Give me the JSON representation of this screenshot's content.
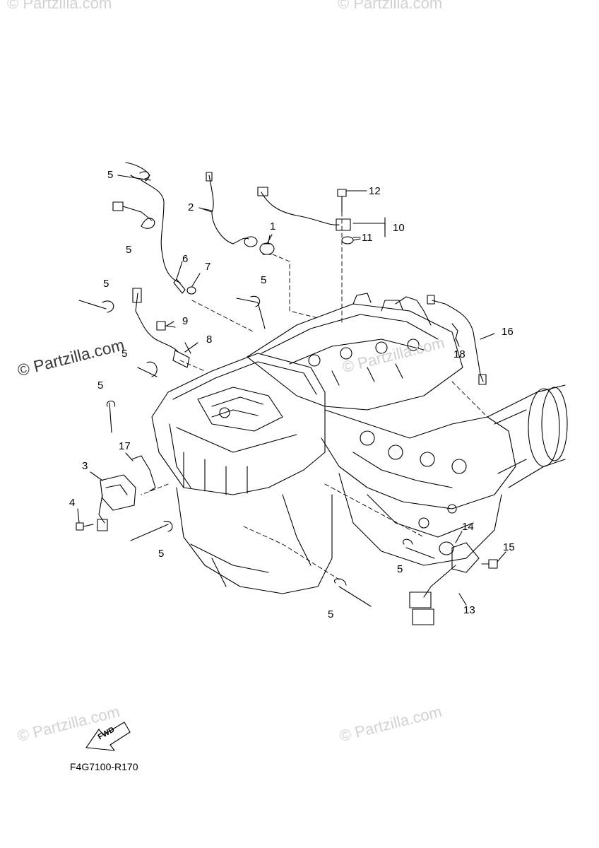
{
  "watermarks": [
    {
      "id": "wm-top-left",
      "text": "© Partzilla.com"
    },
    {
      "id": "wm-top-right",
      "text": "© Partzilla.com"
    },
    {
      "id": "wm-mid-left",
      "text": "© Partzilla.com"
    },
    {
      "id": "wm-mid-center",
      "text": "© Partzilla.com"
    },
    {
      "id": "wm-bottom-left",
      "text": "© Partzilla.com"
    },
    {
      "id": "wm-bottom-right",
      "text": "© Partzilla.com"
    }
  ],
  "callouts": [
    "1",
    "2",
    "3",
    "4",
    "5",
    "6",
    "7",
    "8",
    "9",
    "10",
    "11",
    "12",
    "13",
    "14",
    "15",
    "16",
    "17",
    "18"
  ],
  "fwd_label": "FWD",
  "diagram_code": "F4G7100-R170"
}
